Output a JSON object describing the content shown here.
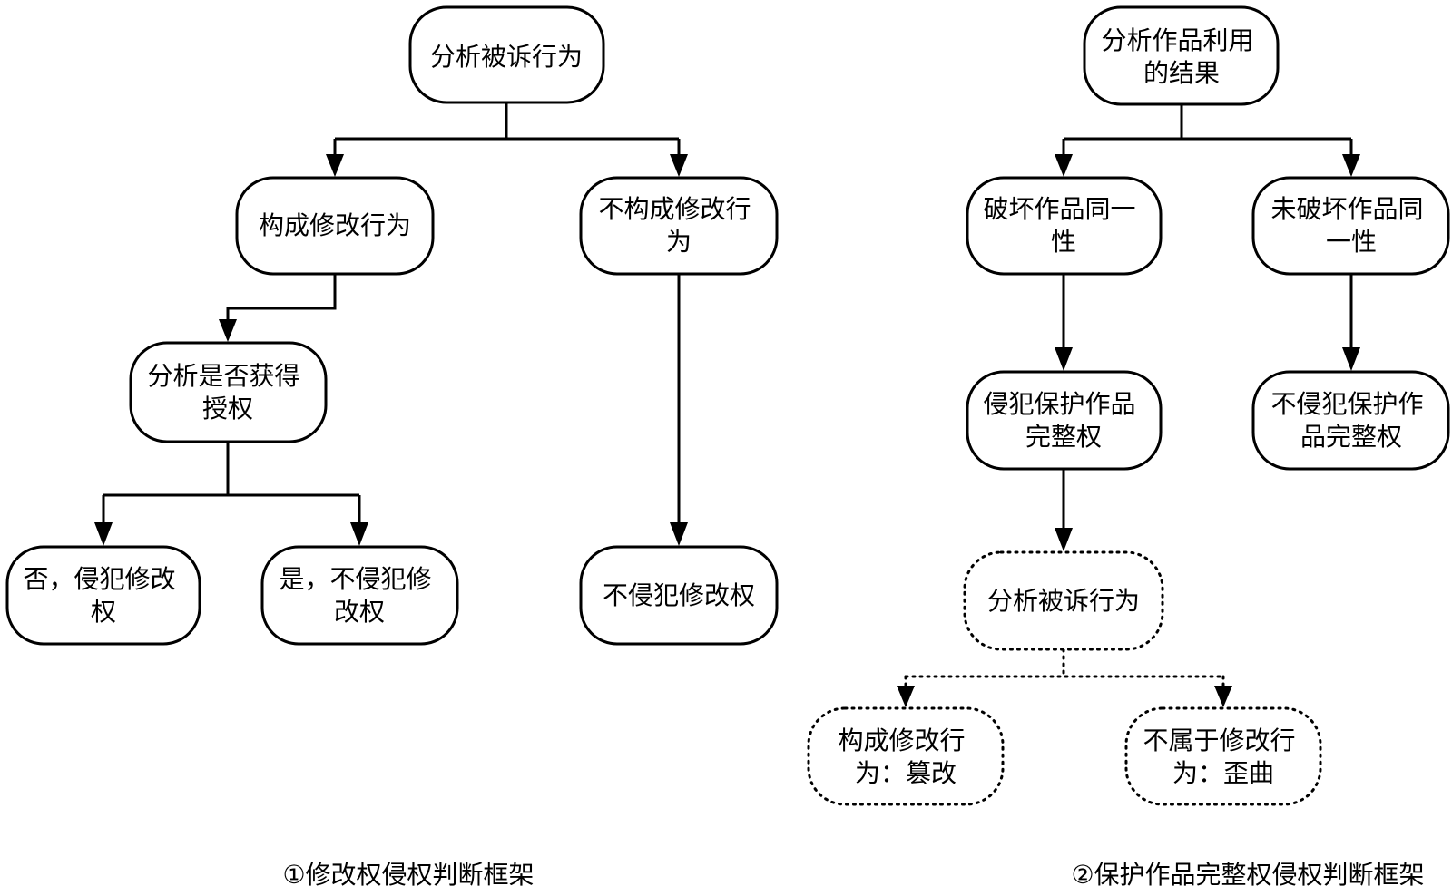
{
  "diagram_left": {
    "caption": "①修改权侵权判断框架",
    "nodes": {
      "root": [
        "分析被诉行为"
      ],
      "constitutes_modification": [
        "构成修改行为"
      ],
      "not_constitutes_modification": [
        "不构成修改行",
        "为"
      ],
      "analyze_authorization": [
        "分析是否获得",
        "授权"
      ],
      "no_infringes": [
        "否，侵犯修改",
        "权"
      ],
      "yes_not_infringes": [
        "是，不侵犯修",
        "改权"
      ],
      "not_infringe_modification": [
        "不侵犯修改权"
      ]
    }
  },
  "diagram_right": {
    "caption": "②保护作品完整权侵权判断框架",
    "nodes": {
      "root": [
        "分析作品利用",
        "的结果"
      ],
      "destroys_identity": [
        "破坏作品同一",
        "性"
      ],
      "not_destroys_identity": [
        "未破坏作品同",
        "一性"
      ],
      "infringes_integrity": [
        "侵犯保护作品",
        "完整权"
      ],
      "not_infringes_integrity": [
        "不侵犯保护作",
        "品完整权"
      ],
      "analyze_conduct": [
        "分析被诉行为"
      ],
      "tamper": [
        "构成修改行",
        "为：篡改"
      ],
      "distort": [
        "不属于修改行",
        "为：歪曲"
      ]
    }
  }
}
